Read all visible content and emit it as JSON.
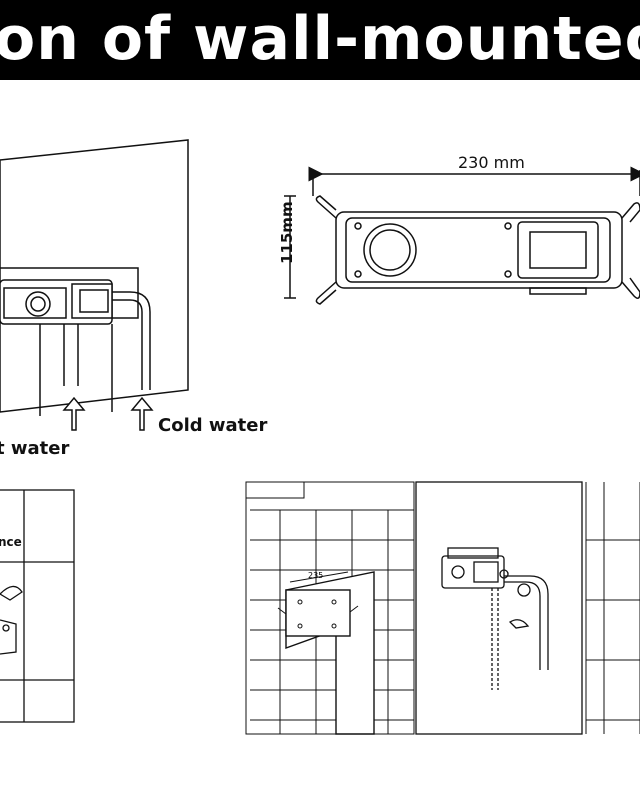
{
  "title": "on of wall-mounted fa",
  "dimensions": {
    "width_label": "230 mm",
    "height_label": "115mm",
    "small_width_label": "235"
  },
  "labels": {
    "hot_water": "t water",
    "cold_water": "Cold water",
    "partial_label": "nce"
  },
  "colors": {
    "title_bg": "#000000",
    "title_text": "#ffffff",
    "line": "#111111"
  }
}
